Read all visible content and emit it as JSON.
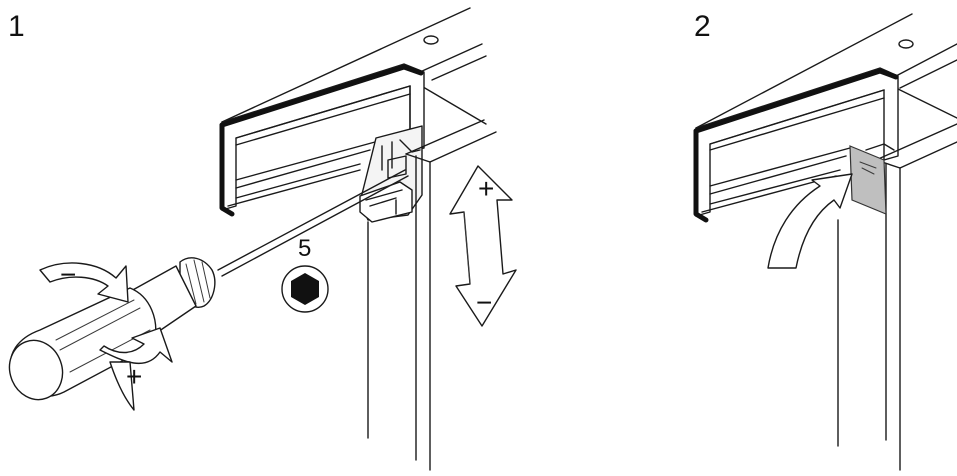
{
  "steps": [
    {
      "number": "1"
    },
    {
      "number": "2"
    }
  ],
  "tool": {
    "hex_size": "5"
  },
  "signs": {
    "plus": "+",
    "minus": "−"
  },
  "colors": {
    "line": "#1a1a1a",
    "cover": "#bfbfbf",
    "background": "#ffffff"
  },
  "icons": [
    "hex-key-icon",
    "screwdriver-icon",
    "rotation-arrow-icon",
    "vertical-adjust-arrow-icon",
    "curved-arrow-icon"
  ]
}
